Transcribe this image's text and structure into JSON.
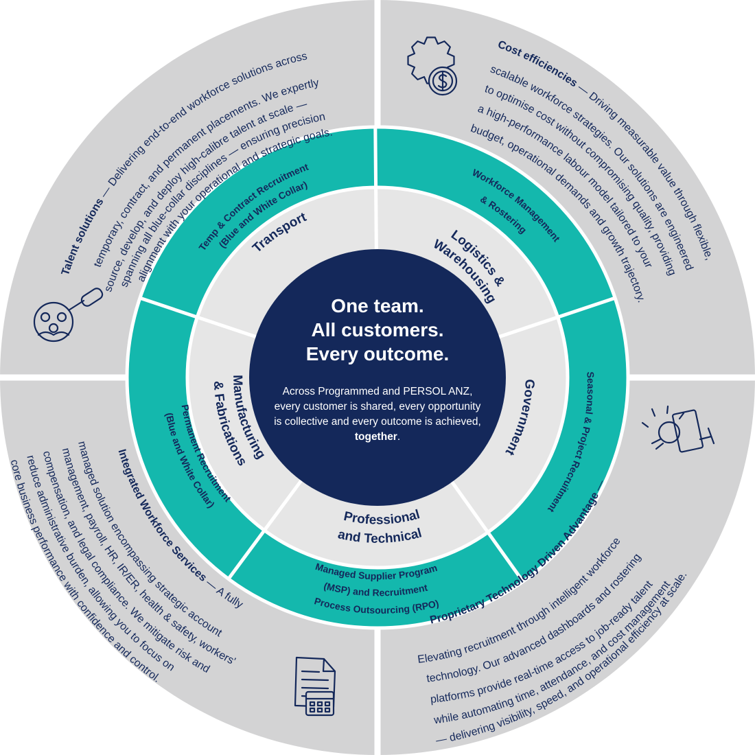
{
  "colors": {
    "navy": "#14285a",
    "teal": "#14b8ad",
    "outer_gray": "#d3d3d4",
    "inner_gray": "#e6e6e6",
    "white": "#ffffff"
  },
  "center": {
    "title_lines": [
      "One team.",
      "All customers.",
      "Every outcome."
    ],
    "body_text": "Across Programmed and PERSOL ANZ, every customer is shared, every opportunity is collective and every outcome is achieved,",
    "body_emphasis": "together",
    "body_end": "."
  },
  "industries": [
    {
      "id": "transport",
      "lines": [
        "Transport"
      ]
    },
    {
      "id": "logistics",
      "lines": [
        "Logistics &",
        "Warehousing"
      ]
    },
    {
      "id": "government",
      "lines": [
        "Government"
      ]
    },
    {
      "id": "professional",
      "lines": [
        "Professional",
        "and Technical"
      ]
    },
    {
      "id": "manufacturing",
      "lines": [
        "Manufacturing",
        "& Fabrications"
      ]
    }
  ],
  "services": [
    {
      "id": "temp-contract",
      "lines": [
        "Temp & Contract Recruitment",
        "(Blue and White Collar)"
      ]
    },
    {
      "id": "workforce-management",
      "lines": [
        "Workforce Management",
        "& Rostering"
      ]
    },
    {
      "id": "seasonal-project",
      "lines": [
        "Seasonal & Project Recruitment"
      ]
    },
    {
      "id": "msp-rpo",
      "lines": [
        "Managed Supplier Program",
        "(MSP) and Recruitment",
        "Process Outsourcing (RPO)"
      ]
    },
    {
      "id": "permanent",
      "lines": [
        "Permanent Recruitment",
        "(Blue and White Collar)"
      ]
    }
  ],
  "quadrants": {
    "talent": {
      "heading": "Talent solutions",
      "lines": [
        "— Delivering end-to-end workforce solutions across",
        "temporary, contract, and permanent placements. We expertly",
        "source, develop, and deploy high-calibre talent at scale —",
        "spanning all blue-collar disciplines — ensuring precision",
        "alignment with your operational and strategic goals."
      ],
      "icon": "talent-search-icon"
    },
    "cost": {
      "heading": "Cost efficiencies",
      "lines": [
        "— Driving measurable value through flexible,",
        "scalable workforce strategies. Our solutions are engineered",
        "to optimise cost without compromising quality, providing",
        "a high-performance labour model tailored to your",
        "budget, operational demands and growth trajectory."
      ],
      "icon": "gear-dollar-icon"
    },
    "technology": {
      "heading": "Proprietary Technology Driven Advantage",
      "lines": [
        "—",
        "Elevating recruitment through intelligent workforce",
        "technology. Our advanced dashboards and rostering",
        "platforms provide real-time access to job-ready talent",
        "while automating time, attendance, and cost management",
        "— delivering visibility, speed, and operational efficiency at scale."
      ],
      "icon": "lightbulb-monitor-icon"
    },
    "integrated": {
      "heading": "Integrated Workforce Services",
      "lines": [
        "— A fully",
        "managed solution encompassing strategic account",
        "management, payroll, HR, IR/ER, health & safety, workers'",
        "compensation, and legal compliance. We mitigate risk and",
        "reduce administrative burden, allowing you to focus on",
        "core business performance with confidence and control."
      ],
      "icon": "document-calendar-icon"
    }
  }
}
